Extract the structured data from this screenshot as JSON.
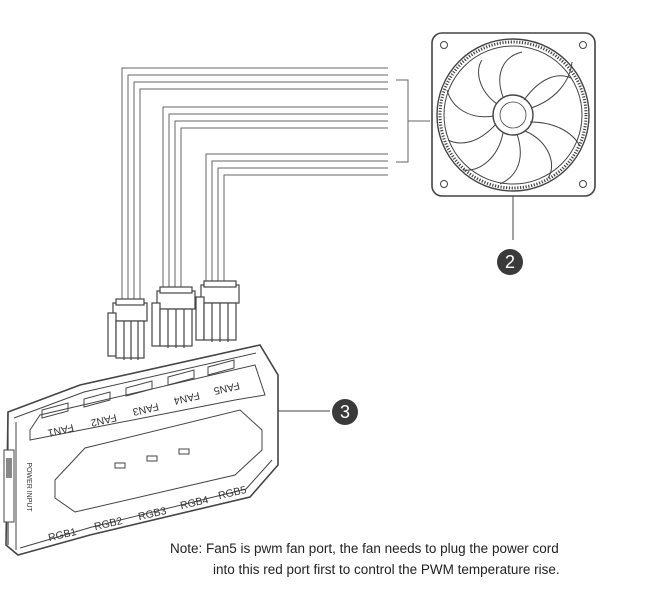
{
  "callouts": {
    "fan": "2",
    "hub": "3"
  },
  "hub": {
    "fan_ports": [
      "FAN1",
      "FAN2",
      "FAN3",
      "FAN4",
      "FAN5"
    ],
    "rgb_ports": [
      "RGB1",
      "RGB2",
      "RGB3",
      "RGB4",
      "RGB5"
    ],
    "power_label": "POWER INPUT"
  },
  "note": {
    "line1": "Note: Fan5 is pwm fan port, the fan needs to plug the power cord",
    "line2": "into this red port first to control the PWM temperature rise."
  },
  "colors": {
    "line": "#555555",
    "callout_fill": "#3a3a3a",
    "callout_text": "#ffffff"
  }
}
